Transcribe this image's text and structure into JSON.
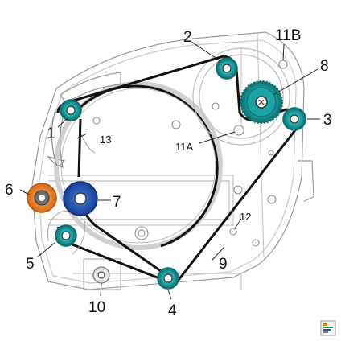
{
  "callouts": {
    "c1": "1",
    "c2": "2",
    "c3": "3",
    "c4": "4",
    "c5": "5",
    "c6": "6",
    "c7": "7",
    "c8": "8",
    "c9": "9",
    "c10": "10",
    "c11A": "11A",
    "c11B": "11B",
    "c12": "12",
    "c13": "13"
  },
  "colors": {
    "teal": "#1ca4a4",
    "teal_dark": "#0d6c6c",
    "orange": "#e87a1e",
    "blue": "#1d4fb0",
    "belt": "#111111",
    "frame": "#9a9a9a",
    "frame_light": "#d0d0d0"
  },
  "logo": {
    "icon": "document-logo-icon"
  }
}
